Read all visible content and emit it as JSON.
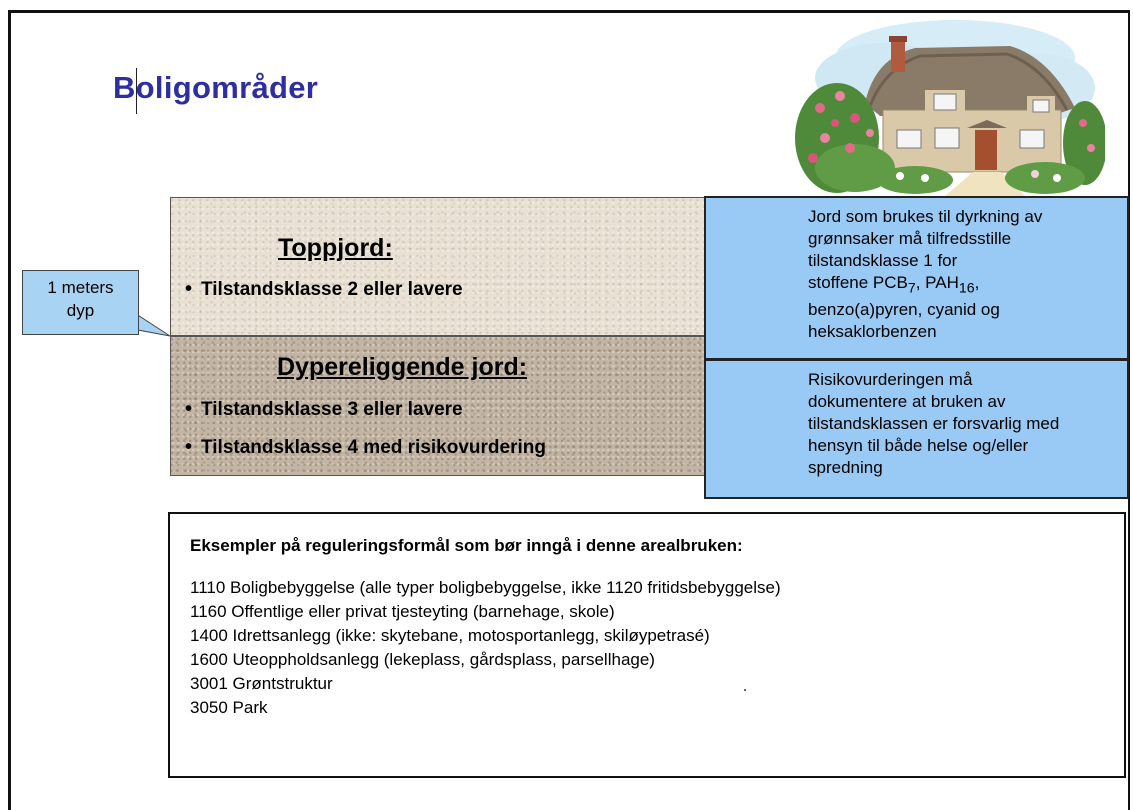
{
  "title": "Boligområder",
  "depth_callout": "1 meters dyp",
  "topsoil": {
    "heading": "Toppjord:",
    "bullets": [
      "Tilstandsklasse 2 eller lavere"
    ]
  },
  "subsoil": {
    "heading": "Dypereliggende jord:",
    "bullets": [
      "Tilstandsklasse 3 eller lavere",
      "Tilstandsklasse 4 med risikovurdering"
    ]
  },
  "info_top": {
    "line1": "Jord som brukes til dyrkning av",
    "line2": "grønnsaker må tilfredsstille",
    "line3": "tilstandsklasse 1 for",
    "line4_prefix": "stoffene PCB",
    "pcb_sub": "7",
    "line4_mid": ", PAH",
    "pah_sub": "16",
    "line4_suffix": ",",
    "line5": "benzo(a)pyren, cyanid og",
    "line6": "heksaklorbenzen"
  },
  "info_bottom": {
    "lines": [
      "Risikovurderingen må",
      "dokumentere at bruken av",
      "tilstandsklassen er forsvarlig med",
      "hensyn til både helse og/eller",
      "spredning"
    ]
  },
  "examples": {
    "heading": "Eksempler på reguleringsformål som bør inngå i denne arealbruken:",
    "items": [
      "1110 Boligbebyggelse (alle typer boligbebyggelse, ikke 1120 fritidsbebyggelse)",
      "1160 Offentlige eller privat tjesteyting (barnehage, skole)",
      "1400 Idrettsanlegg (ikke: skytebane, motosportanlegg, skiløypetrasé)",
      "1600 Uteoppholdsanlegg (lekeplass, gårdsplass, parsellhage)",
      "3001 Grøntstruktur",
      "3050 Park"
    ]
  },
  "colors": {
    "title": "#2d2fa0",
    "info_box": "#99c9f5",
    "callout": "#a9d3f3",
    "topsoil": "#e8e0d2",
    "subsoil": "#c3b5a4"
  },
  "illustration": "cottage-illustration"
}
